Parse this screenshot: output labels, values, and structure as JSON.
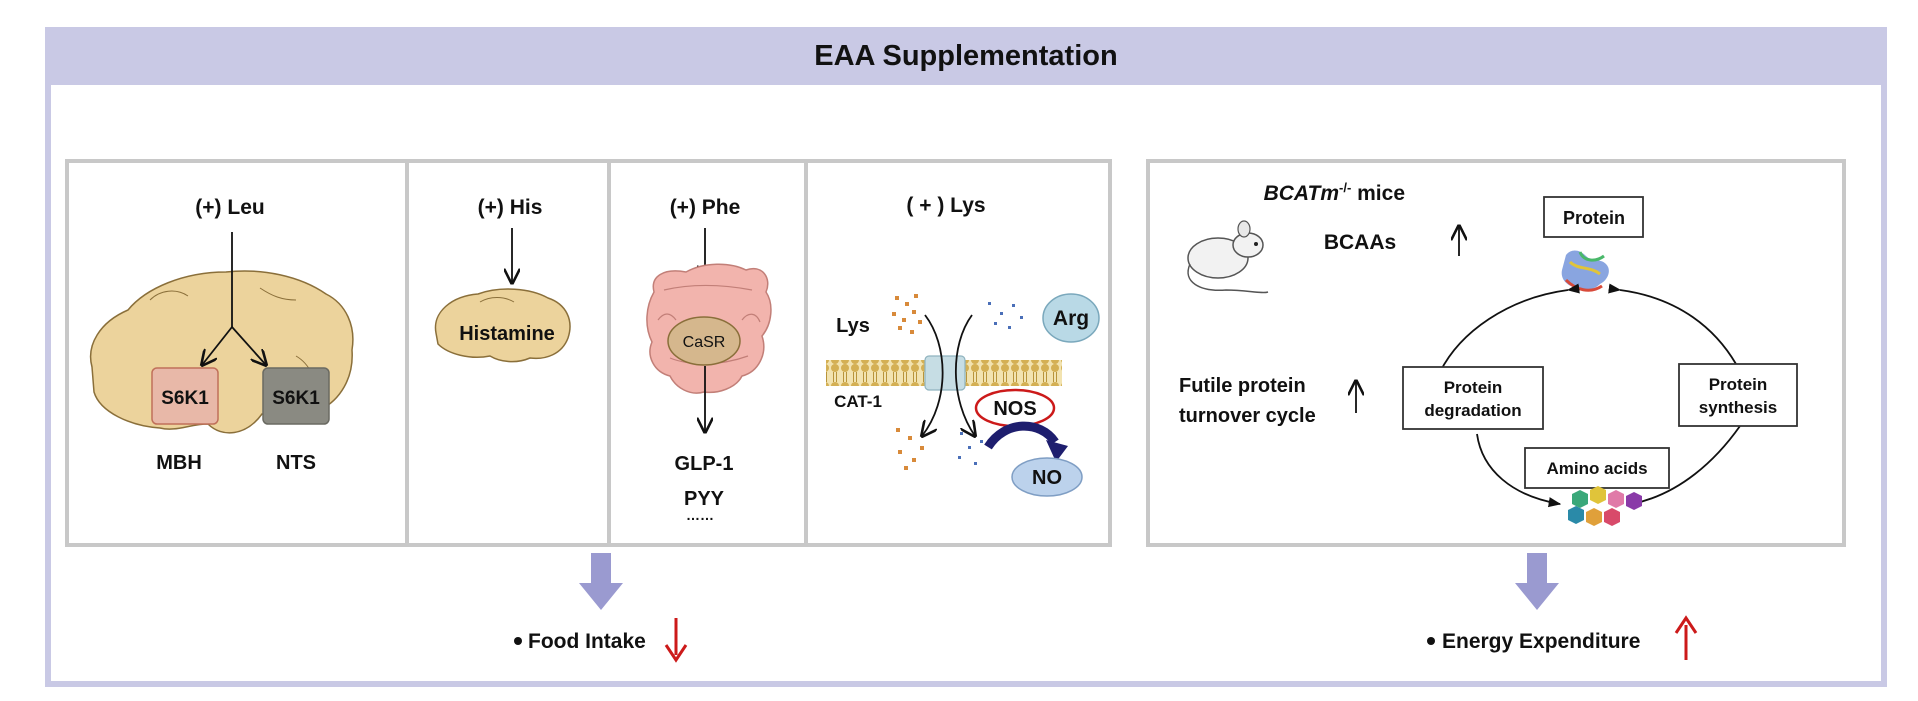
{
  "title": "EAA Supplementation",
  "left_panel": {
    "leu": {
      "label": "(+) Leu",
      "s6k1_left": "S6K1",
      "s6k1_right": "S6K1",
      "mbh": "MBH",
      "nts": "NTS"
    },
    "his": {
      "label": "(+) His",
      "histamine": "Histamine"
    },
    "phe": {
      "label": "(+) Phe",
      "casr": "CaSR",
      "glp1": "GLP-1",
      "pyy": "PYY",
      "dots": "……"
    },
    "lys": {
      "label": "( + ) Lys",
      "lys": "Lys",
      "arg": "Arg",
      "cat1": "CAT-1",
      "nos": "NOS",
      "no": "NO"
    },
    "outcome": "Food Intake"
  },
  "right_panel": {
    "mice": "BCATm",
    "mice_sup": "-/-",
    "mice_suffix": " mice",
    "bcaas": "BCAAs",
    "futile_line1": "Futile protein",
    "futile_line2": "turnover cycle",
    "protein": "Protein",
    "degradation_line1": "Protein",
    "degradation_line2": "degradation",
    "synthesis_line1": "Protein",
    "synthesis_line2": "synthesis",
    "amino_acids": "Amino acids",
    "outcome": "Energy Expenditure"
  },
  "colors": {
    "frame": "#c9c9e5",
    "outcome_arrow": "#9a9ad0",
    "red_arrow": "#cc1a1a",
    "brain": "#ecd39c",
    "s6k1_pink": "#e8b8a8",
    "s6k1_gray": "#8a8a82",
    "membrane": "#d4b054",
    "arg_circle": "#b9d9e6",
    "no_ellipse": "#bcd2ec",
    "nos_border": "#cc1a1a"
  }
}
